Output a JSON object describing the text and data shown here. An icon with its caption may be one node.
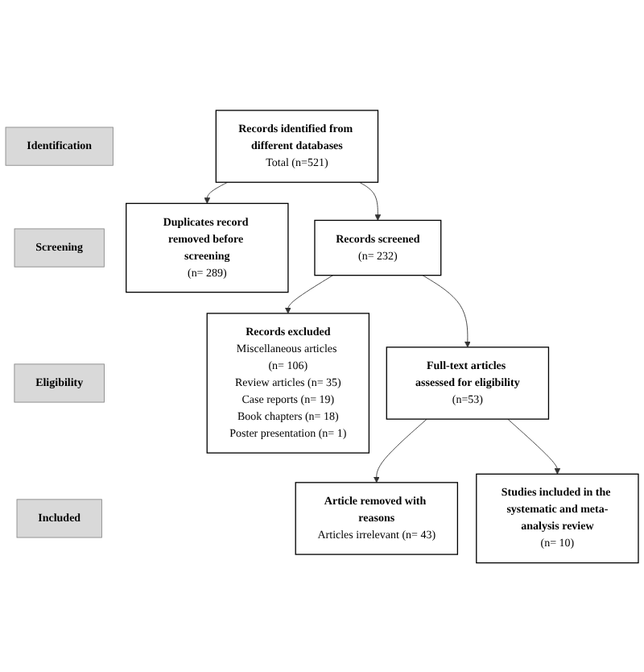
{
  "diagram": {
    "nodes": [
      {
        "text": [
          "Identification"
        ]
      },
      {
        "text": [
          "Records identified from different databases",
          "Total (n=521)"
        ]
      },
      {
        "text": [
          "Duplicates record removed before screening",
          "(n= 289)"
        ]
      },
      {
        "text": [
          "Screening"
        ]
      },
      {
        "text": [
          "Records screened",
          "(n= 232)"
        ]
      },
      {
        "text": [
          "Records excluded",
          "Miscellaneous articles (n= 106)",
          "Review articles (n= 35)",
          "Case reports (n= 19)",
          "Book chapters (n= 18)",
          "Poster presentation (n= 1)"
        ]
      },
      {
        "text": [
          "Eligibility"
        ]
      },
      {
        "text": [
          "Full-text articles assessed for eligibility",
          "(n=53)"
        ]
      },
      {
        "text": [
          "Article removed with reasons",
          "Articles irrelevant (n= 43)"
        ]
      },
      {
        "text": [
          "Included"
        ]
      },
      {
        "text": [
          "Studies included in the systematic and meta-analysis review",
          "(n= 10)"
        ]
      }
    ],
    "edges": [
      {
        "from": 1,
        "to": 2,
        "arrow": "to"
      },
      {
        "from": 1,
        "to": 4,
        "arrow": "to"
      },
      {
        "from": 4,
        "to": 5,
        "arrow": "to"
      },
      {
        "from": 4,
        "to": 7,
        "arrow": "to"
      },
      {
        "from": 7,
        "to": 8,
        "arrow": "to"
      },
      {
        "from": 7,
        "to": 10,
        "arrow": "to"
      }
    ]
  }
}
